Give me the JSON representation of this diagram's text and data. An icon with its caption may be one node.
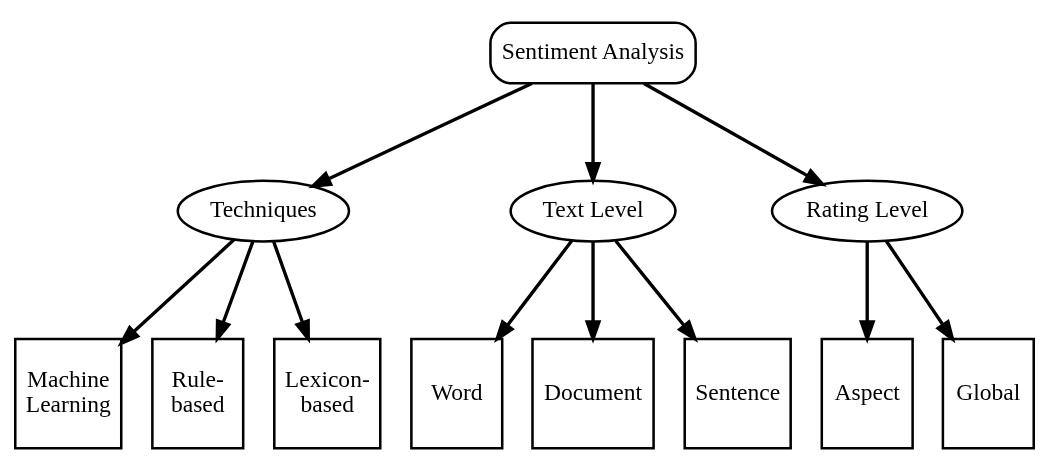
{
  "diagram": {
    "nodes": [
      {
        "text": [
          "Sentiment Analysis"
        ]
      },
      {
        "text": [
          "Techniques"
        ]
      },
      {
        "text": [
          "Text Level"
        ]
      },
      {
        "text": [
          "Rating Level"
        ]
      },
      {
        "text": [
          "Machine Learning"
        ]
      },
      {
        "text": [
          "Rule-based"
        ]
      },
      {
        "text": [
          "Lexicon-based"
        ]
      },
      {
        "text": [
          "Word"
        ]
      },
      {
        "text": [
          "Document"
        ]
      },
      {
        "text": [
          "Sentence"
        ]
      },
      {
        "text": [
          "Aspect"
        ]
      },
      {
        "text": [
          "Global"
        ]
      }
    ],
    "edges": [
      {
        "from": 0,
        "to": 1,
        "arrow": "to"
      },
      {
        "from": 0,
        "to": 2,
        "arrow": "to"
      },
      {
        "from": 0,
        "to": 3,
        "arrow": "to"
      },
      {
        "from": 1,
        "to": 4,
        "arrow": "to"
      },
      {
        "from": 1,
        "to": 5,
        "arrow": "to"
      },
      {
        "from": 1,
        "to": 6,
        "arrow": "to"
      },
      {
        "from": 2,
        "to": 7,
        "arrow": "to"
      },
      {
        "from": 2,
        "to": 8,
        "arrow": "to"
      },
      {
        "from": 2,
        "to": 9,
        "arrow": "to"
      },
      {
        "from": 3,
        "to": 10,
        "arrow": "to"
      },
      {
        "from": 3,
        "to": 11,
        "arrow": "to"
      }
    ]
  }
}
